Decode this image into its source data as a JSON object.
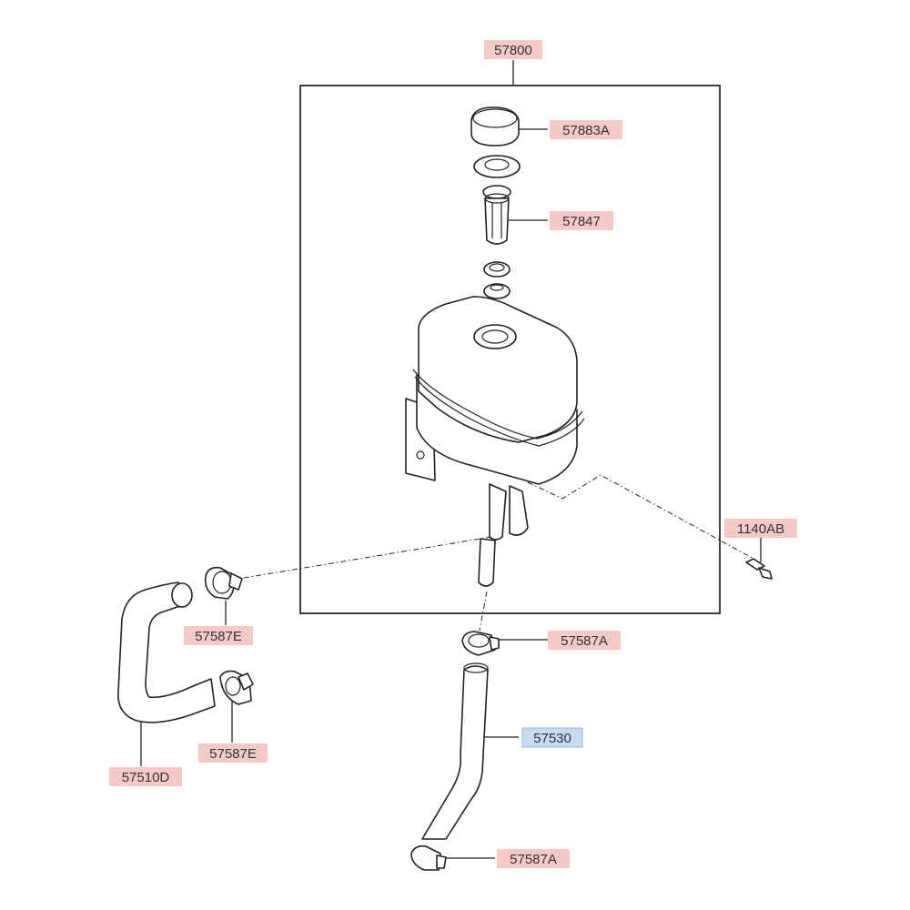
{
  "colors": {
    "label_fill": "#f5c9c6",
    "label_fill_highlight": "#c6dcf5",
    "label_text": "#333333",
    "line": "#222222"
  },
  "labels": {
    "assembly": "57800",
    "cap": "57883A",
    "strainer": "57847",
    "bolt": "1140AB",
    "clamp_upper_left": "57587E",
    "clamp_upper_right": "57587A",
    "hose_right": "57530",
    "hose_left": "57510D",
    "clamp_lower_left": "57587E",
    "clamp_lower_right": "57587A"
  }
}
